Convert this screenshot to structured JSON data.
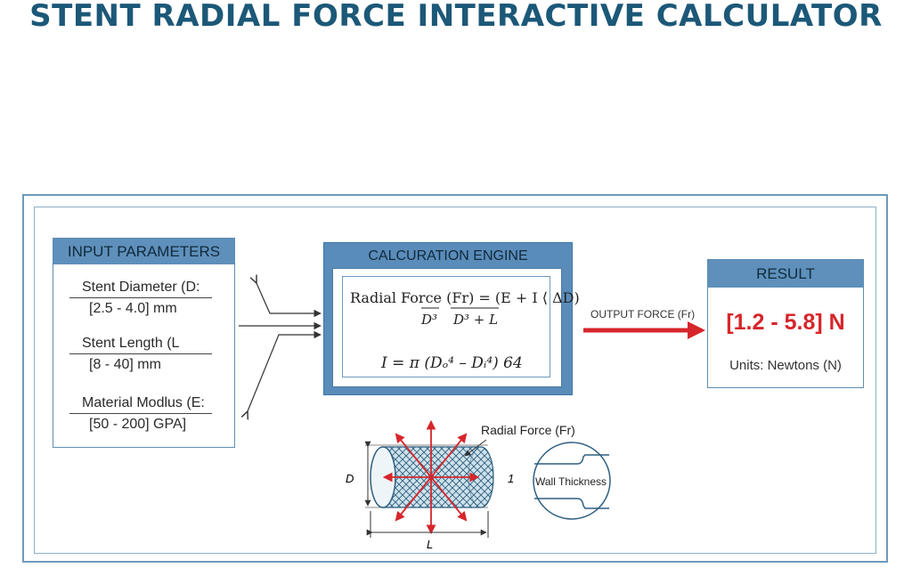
{
  "title": "STENT RADIAL FORCE INTERACTIVE CALCULATOR",
  "input": {
    "header": "INPUT PARAMETERS",
    "params": [
      {
        "label": "Stent Diameter (D:",
        "range": "[2.5 - 4.0] mm"
      },
      {
        "label": "Stent Length (L",
        "range": "[8 - 40] mm"
      },
      {
        "label": "Material Modlus (E:",
        "range": "[50 - 200] GPA]"
      }
    ]
  },
  "engine": {
    "header": "CALCURATION ENGINE",
    "formula1_lhs": "Radial Force (Fr) = (E + I ⟨ ΔD)",
    "formula1_den_left": "D³",
    "formula1_den_right": "D³ + L",
    "formula2": "I = π (Dₒ⁴ – Dᵢ⁴) 64"
  },
  "output_label": "OUTPUT FORCE (Fr)",
  "result": {
    "header": "RESULT",
    "value": "[1.2 - 5.8] N",
    "units": "Units: Newtons (N)"
  },
  "diagram": {
    "radial_label": "Radial Force (Fr)",
    "d_label": "D",
    "one_label": "1",
    "l_label": "L",
    "wall_label": "Wall Thickness"
  },
  "colors": {
    "title": "#1c5878",
    "panel_header": "#5e90bb",
    "frame": "#6f9bb8",
    "accent_red": "#d6262b"
  }
}
